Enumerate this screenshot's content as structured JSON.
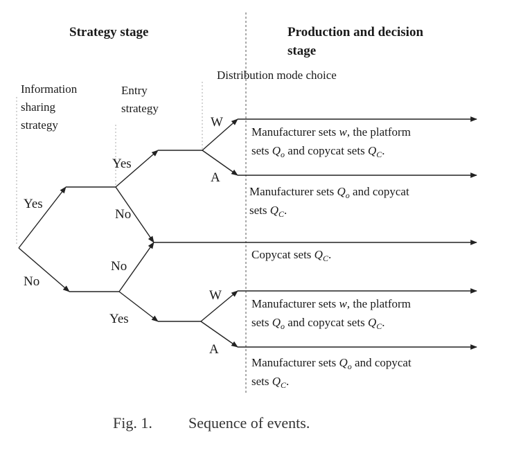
{
  "headers": {
    "strategy_stage": "Strategy  stage",
    "production_line1": "Production and decision",
    "production_line2": "stage",
    "distribution": "Distribution mode choice"
  },
  "columns": {
    "info_line1": "Information",
    "info_line2": "sharing",
    "info_line3": "strategy",
    "entry_line1": "Entry",
    "entry_line2": "strategy"
  },
  "branches": {
    "yes_top": "Yes",
    "no_bottom": "No",
    "yes_upper_entry": "Yes",
    "no_upper_entry": "No",
    "no_lower_entry": "No",
    "yes_lower_entry": "Yes",
    "w_upper": "W",
    "a_upper": "A",
    "w_lower": "W",
    "a_lower": "A"
  },
  "outcomes": [
    {
      "pre1": "Manufacturer sets ",
      "var1": "w",
      "post1": ", the platform",
      "pre2": "sets ",
      "var2": "Q",
      "sub2": "o",
      "mid2": " and copycat sets ",
      "var3": "Q",
      "sub3": "C",
      "end2": "."
    },
    {
      "pre1": "Manufacturer sets  ",
      "var1": "Q",
      "sub1": "o",
      "post1": " and copycat",
      "pre2": "sets ",
      "var2": "Q",
      "sub2": "C",
      "end2": "."
    },
    {
      "pre1": "Copycat sets ",
      "var1": "Q",
      "sub1": "C",
      "post1": "."
    },
    {
      "pre1": "Manufacturer sets ",
      "var1": "w",
      "post1": ", the platform",
      "pre2": "sets ",
      "var2": "Q",
      "sub2": "o",
      "mid2": " and copycat sets ",
      "var3": "Q",
      "sub3": "C",
      "end2": "."
    },
    {
      "pre1": "Manufacturer sets  ",
      "var1": "Q",
      "sub1": "o",
      "post1": " and copycat",
      "pre2": "sets ",
      "var2": "Q",
      "sub2": "C",
      "end2": "."
    }
  ],
  "caption": {
    "figure": "Fig. 1.",
    "text": "Sequence of events."
  }
}
